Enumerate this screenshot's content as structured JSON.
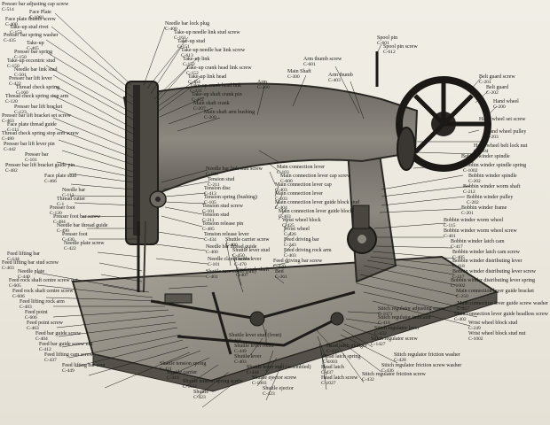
{
  "labels": [
    {
      "id": "l1",
      "name": "Presser bar adjusting cap screw",
      "code": "C-514"
    },
    {
      "id": "l2",
      "name": "Face Plate",
      "code": "C-1001"
    },
    {
      "id": "l3",
      "name": "Face plate thumb screw",
      "code": "C-400"
    },
    {
      "id": "l4",
      "name": "Take-up stud rivet",
      "code": "C-153"
    },
    {
      "id": "l5",
      "name": "Presser bar spring washer",
      "code": "C-435"
    },
    {
      "id": "l6",
      "name": "Take-up",
      "code": "C-465"
    },
    {
      "id": "l7",
      "name": "Presser bar spring",
      "code": "C-150"
    },
    {
      "id": "l8",
      "name": "Take-up eccentric stud",
      "code": "C-150"
    },
    {
      "id": "l9",
      "name": "Needle bar link stud",
      "code": "C-501"
    },
    {
      "id": "l10",
      "name": "Presser bar lift lever",
      "code": "C-422"
    },
    {
      "id": "l11",
      "name": "Thread check spring",
      "code": "C-160"
    },
    {
      "id": "l12",
      "name": "Thread check spring stop arm",
      "code": "C-120"
    },
    {
      "id": "l13",
      "name": "Presser bar lift bracket",
      "code": "C-123"
    },
    {
      "id": "l14",
      "name": "Presser bar lift bracket set screw",
      "code": "C-463"
    },
    {
      "id": "l15",
      "name": "Face plate thread guide",
      "code": "C-111"
    },
    {
      "id": "l16",
      "name": "Thread check spring stop arm screw",
      "code": "C-480"
    },
    {
      "id": "l17",
      "name": "Presser bar lift lever pin",
      "code": "C-442"
    },
    {
      "id": "l18",
      "name": "Presser bar",
      "code": "C-101"
    },
    {
      "id": "l19",
      "name": "Presser bar lift bracket guide pin",
      "code": "C-482"
    },
    {
      "id": "l20",
      "name": "Face plate stud",
      "code": "C-466"
    },
    {
      "id": "l21",
      "name": "Needle bar",
      "code": "C-112"
    },
    {
      "id": "l22",
      "name": "Thread cutter",
      "code": "C-1"
    },
    {
      "id": "l23",
      "name": "Presser foot",
      "code": "C-120"
    },
    {
      "id": "l24",
      "name": "Presser foot bar screw",
      "code": "C-484"
    },
    {
      "id": "l25",
      "name": "Needle bar thread guide",
      "code": "C-490"
    },
    {
      "id": "l26",
      "name": "Presser foot",
      "code": "C-430"
    },
    {
      "id": "l27",
      "name": "Needle plate screw",
      "code": "C-422"
    },
    {
      "id": "l28",
      "name": "Feed lifting bar",
      "code": "C-144"
    },
    {
      "id": "l29",
      "name": "Feed lifting bar stud screw",
      "code": "C-403"
    },
    {
      "id": "l30",
      "name": "Needle plate",
      "code": "C-440"
    },
    {
      "id": "l31",
      "name": "Feed rock shaft centre screw nut",
      "code": "C-605"
    },
    {
      "id": "l32",
      "name": "Feed rock shaft centre screw",
      "code": "C-606"
    },
    {
      "id": "l33",
      "name": "Feed lifting rock arm",
      "code": "C-403"
    },
    {
      "id": "l34",
      "name": "Feed point",
      "code": "C-606"
    },
    {
      "id": "l35",
      "name": "Feed point screw",
      "code": "C-463"
    },
    {
      "id": "l36",
      "name": "Feed bar guide screw",
      "code": "C-404"
    },
    {
      "id": "l37",
      "name": "Feed bar guide screw nut",
      "code": "C-412"
    },
    {
      "id": "l38",
      "name": "Feed lifting cam screw",
      "code": "C-437"
    },
    {
      "id": "l39",
      "name": "Feed lifting bar cam",
      "code": "C-449"
    },
    {
      "id": "l40",
      "name": "Needle bar lock plug",
      "code": "C-400"
    },
    {
      "id": "l41",
      "name": "Take-up needle link stud screw",
      "code": "C-161"
    },
    {
      "id": "l42",
      "name": "Take-up stud",
      "code": "C-151"
    },
    {
      "id": "l43",
      "name": "Take-up needle bar link screw",
      "code": "C-613"
    },
    {
      "id": "l44",
      "name": "Take-up link",
      "code": "C-152"
    },
    {
      "id": "l45",
      "name": "Take-up crank head link screw",
      "code": "C-152"
    },
    {
      "id": "l46",
      "name": "Take-up link head",
      "code": "C-464"
    },
    {
      "id": "l47",
      "name": "Take-up crank head link",
      "code": "C-231"
    },
    {
      "id": "l48",
      "name": "Take-up shaft crank pin",
      "code": "C-472"
    },
    {
      "id": "l49",
      "name": "Main shaft crank",
      "code": "C-207"
    },
    {
      "id": "l50",
      "name": "Main shaft arm bushing",
      "code": "C-200"
    },
    {
      "id": "l51",
      "name": "Arm",
      "code": "C-260"
    },
    {
      "id": "l52",
      "name": "Main Shaft",
      "code": "C-300"
    },
    {
      "id": "l53",
      "name": "Arm thumb screw",
      "code": "C-601"
    },
    {
      "id": "l54",
      "name": "Arm thumb",
      "code": "C-403"
    },
    {
      "id": "l55",
      "name": "Spool pin",
      "code": "C-601"
    },
    {
      "id": "l56",
      "name": "Spool pin screw",
      "code": "C-612"
    },
    {
      "id": "l57",
      "name": "Belt guard screw",
      "code": "C-201"
    },
    {
      "id": "l58",
      "name": "Belt guard",
      "code": "C-202"
    },
    {
      "id": "l59",
      "name": "Hand wheel",
      "code": "C-200"
    },
    {
      "id": "l60",
      "name": "Hand wheel set screw",
      "code": "C-403"
    },
    {
      "id": "l61",
      "name": "Hand wheel pulley",
      "code": "C-203"
    },
    {
      "id": "l62",
      "name": "Hand wheel belt lock nut",
      "code": "C-1004"
    },
    {
      "id": "l63",
      "name": "Bobbin winder spindle",
      "code": "C-203"
    },
    {
      "id": "l64",
      "name": "Bobbin winder spindle spring",
      "code": "C-1002"
    },
    {
      "id": "l65",
      "name": "Bobbin winder spindle",
      "code": "C-202"
    },
    {
      "id": "l66",
      "name": "Bobbin winder worm shaft",
      "code": "C-212"
    },
    {
      "id": "l67",
      "name": "Bobbin winder pulley",
      "code": "C-202"
    },
    {
      "id": "l68",
      "name": "Bobbin winder frame",
      "code": "C-201"
    },
    {
      "id": "l69",
      "name": "Bobbin winder worm wheel",
      "code": "C-115"
    },
    {
      "id": "l70",
      "name": "Bobbin winder worm wheel screw",
      "code": "C-401"
    },
    {
      "id": "l71",
      "name": "Bobbin winder latch cam",
      "code": "C-417"
    },
    {
      "id": "l72",
      "name": "Bobbin winder latch cam screw",
      "code": "C-405"
    },
    {
      "id": "l73",
      "name": "Bobbin winder distributing lever",
      "code": "C-418"
    },
    {
      "id": "l74",
      "name": "Bobbin winder distributing lever screw",
      "code": "C-117"
    },
    {
      "id": "l75",
      "name": "Bobbin winder distributing lever spring",
      "code": "C-1002"
    },
    {
      "id": "l76",
      "name": "Main connection lever guide bracket",
      "code": "C-250"
    },
    {
      "id": "l77",
      "name": "Main connection lever guide screw washer",
      "code": "C-257"
    },
    {
      "id": "l78",
      "name": "Main connection lever guide headless screw",
      "code": "C-402"
    },
    {
      "id": "l79",
      "name": "Wrist wheel block stud",
      "code": "C-249"
    },
    {
      "id": "l80",
      "name": "Wrist wheel block stud nut",
      "code": "C-1002"
    },
    {
      "id": "l81",
      "name": "Needle bar link stud screw",
      "code": "C-106"
    },
    {
      "id": "l82",
      "name": "Tension stud",
      "code": "C-211"
    },
    {
      "id": "l83",
      "name": "Tension disc",
      "code": "C-413"
    },
    {
      "id": "l84",
      "name": "Tension spring (bushing)",
      "code": "C-105"
    },
    {
      "id": "l85",
      "name": "Tension stud screw",
      "code": "C-101"
    },
    {
      "id": "l86",
      "name": "Tension stud",
      "code": "C-211"
    },
    {
      "id": "l87",
      "name": "Tension release pin",
      "code": "C-485"
    },
    {
      "id": "l88",
      "name": "Tension release lever",
      "code": "C-434"
    },
    {
      "id": "l89",
      "name": "Needle bar thread guide",
      "code": "C-400"
    },
    {
      "id": "l90",
      "name": "Needle clamp screw",
      "code": "C-101"
    },
    {
      "id": "l91",
      "name": "Shuttle race cover (rail)",
      "code": "C-401"
    },
    {
      "id": "l92",
      "name": "Main connection lever",
      "code": "C-103"
    },
    {
      "id": "l93",
      "name": "Main connection lever cap screw",
      "code": "C-600"
    },
    {
      "id": "l94",
      "name": "Main connection lever cap",
      "code": "C-403"
    },
    {
      "id": "l95",
      "name": "Main connection lever",
      "code": "C-103"
    },
    {
      "id": "l96",
      "name": "Main connection lever guide block stud",
      "code": "C-404"
    },
    {
      "id": "l97",
      "name": "Main connection lever guide block",
      "code": "C-403"
    },
    {
      "id": "l98",
      "name": "Wrist wheel block",
      "code": "C-425"
    },
    {
      "id": "l99",
      "name": "Wrist wheel",
      "code": "C-426"
    },
    {
      "id": "l100",
      "name": "Feed driving bar",
      "code": "C-243"
    },
    {
      "id": "l101",
      "name": "Feed driving rock arm",
      "code": "C-403"
    },
    {
      "id": "l102",
      "name": "Feed driving bar screw",
      "code": "C-420"
    },
    {
      "id": "l103",
      "name": "Bed",
      "code": "C-361"
    },
    {
      "id": "l104",
      "name": "Shuttle carrier screw",
      "code": "C-400"
    },
    {
      "id": "l105",
      "name": "Shuttle lever stud",
      "code": "C-450"
    },
    {
      "id": "l106",
      "name": "Shuttle lever",
      "code": "C-470"
    },
    {
      "id": "l107",
      "name": "Feed rock shaft",
      "code": "C-407"
    },
    {
      "id": "l108",
      "name": "Shuttle tension spring",
      "code": "C-421"
    },
    {
      "id": "l109",
      "name": "Shuttle carrier",
      "code": "C-419"
    },
    {
      "id": "l110",
      "name": "Shuttle tension spring screw",
      "code": "C-1011"
    },
    {
      "id": "l111",
      "name": "Shuttle",
      "code": "C-423"
    },
    {
      "id": "l112",
      "name": "Shuttle lever stud (front)",
      "code": "C-418"
    },
    {
      "id": "l113",
      "name": "Shuttle lever roller",
      "code": "C-449"
    },
    {
      "id": "l114",
      "name": "Shuttle lever",
      "code": "C-403"
    },
    {
      "id": "l115",
      "name": "Shuttle lever stud (assembled)",
      "code": "C-444"
    },
    {
      "id": "l116",
      "name": "Shuttle ejector screw",
      "code": "C-1003"
    },
    {
      "id": "l117",
      "name": "Shuttle ejector",
      "code": "C-423"
    },
    {
      "id": "l118",
      "name": "Head latch plunger",
      "code": "C-433"
    },
    {
      "id": "l119",
      "name": "Head latch spring",
      "code": "C-1003"
    },
    {
      "id": "l120",
      "name": "Head latch",
      "code": "C-437"
    },
    {
      "id": "l121",
      "name": "Head latch screw",
      "code": "C-1027"
    },
    {
      "id": "l122",
      "name": "Stitch regulator adjusting screw",
      "code": "C-1071"
    },
    {
      "id": "l123",
      "name": "Stitch regulator indicator",
      "code": "C-418"
    },
    {
      "id": "l124",
      "name": "Stitch regulator lever",
      "code": "C-432"
    },
    {
      "id": "l125",
      "name": "Stitch regulator screw",
      "code": "C-1427"
    },
    {
      "id": "l126",
      "name": "Stitch regulator friction washer",
      "code": "C-428"
    },
    {
      "id": "l127",
      "name": "Stitch regulator friction screw washer",
      "code": "C-436"
    },
    {
      "id": "l128",
      "name": "Stitch regulator friction screw",
      "code": "C-432"
    }
  ]
}
